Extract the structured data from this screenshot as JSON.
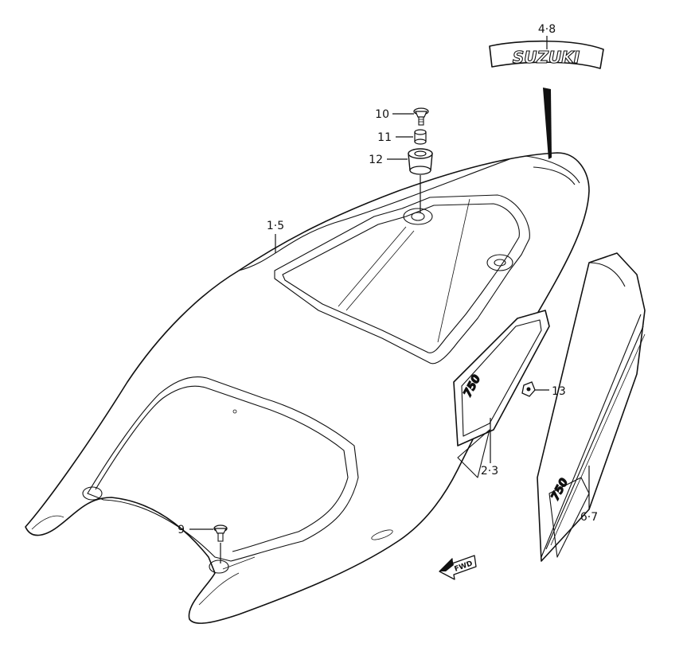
{
  "callouts": {
    "c1_5": "1·5",
    "c2_3": "2·3",
    "c4_8": "4·8",
    "c6_7": "6·7",
    "c9": "9",
    "c10": "10",
    "c11": "11",
    "c12": "12",
    "c13": "13"
  },
  "emblem": {
    "brand": "SUZUKI",
    "model": "750"
  },
  "direction": {
    "label": "FWD"
  },
  "colors": {
    "line": "#111111",
    "background": "#ffffff"
  }
}
